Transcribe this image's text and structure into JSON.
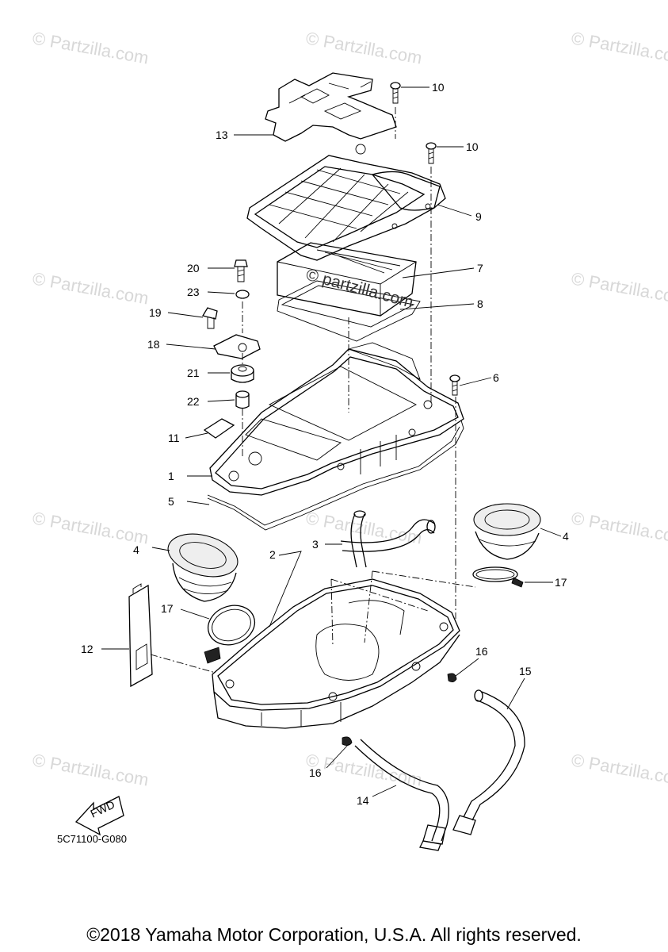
{
  "watermark": "© Partzilla.com",
  "center_watermark": "© partzilla.com",
  "diagram_code": "5C71100-G080",
  "fwd_label": "FWD",
  "copyright": "©2018 Yamaha Motor Corporation, U.S.A. All rights reserved.",
  "callouts": {
    "c1": "1",
    "c2": "2",
    "c3": "3",
    "c4a": "4",
    "c4b": "4",
    "c5": "5",
    "c6": "6",
    "c7": "7",
    "c8": "8",
    "c9": "9",
    "c10a": "10",
    "c10b": "10",
    "c11": "11",
    "c12": "12",
    "c13": "13",
    "c14": "14",
    "c15": "15",
    "c16a": "16",
    "c16b": "16",
    "c17a": "17",
    "c17b": "17",
    "c18": "18",
    "c19": "19",
    "c20": "20",
    "c21": "21",
    "c22": "22",
    "c23": "23"
  }
}
